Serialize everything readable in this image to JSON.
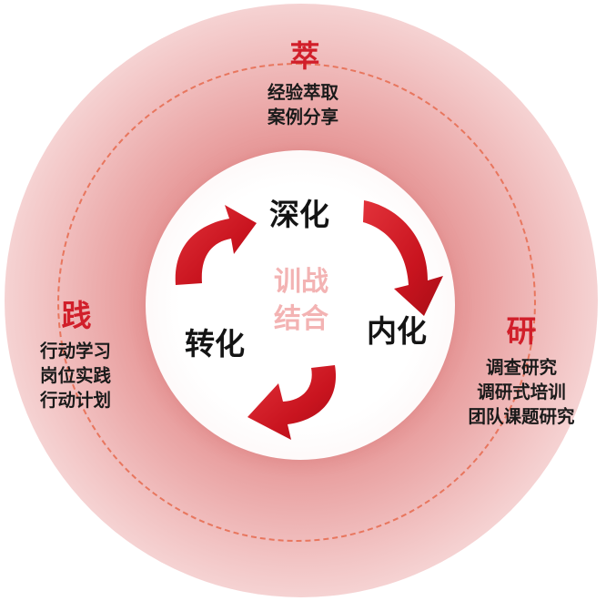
{
  "center": {
    "line1": "训战",
    "line2": "结合"
  },
  "cycle": {
    "deepen": "深化",
    "internalize": "内化",
    "transform": "转化"
  },
  "stages": {
    "extract": {
      "title": "萃",
      "items": [
        "经验萃取",
        "案例分享"
      ]
    },
    "research": {
      "title": "研",
      "items": [
        "调查研究",
        "调研式培训",
        "团队课题研究"
      ]
    },
    "practice": {
      "title": "践",
      "items": [
        "行动学习",
        "岗位实践",
        "行动计划"
      ]
    }
  },
  "colors": {
    "accent_red": "#d11f2a",
    "ring_pink": "#e89d9d",
    "dashed_line": "#e8765e",
    "arrow_red": "#c9141f"
  },
  "icons": [
    "curved-arrow-icon",
    "curved-arrow-icon",
    "curved-arrow-icon"
  ]
}
